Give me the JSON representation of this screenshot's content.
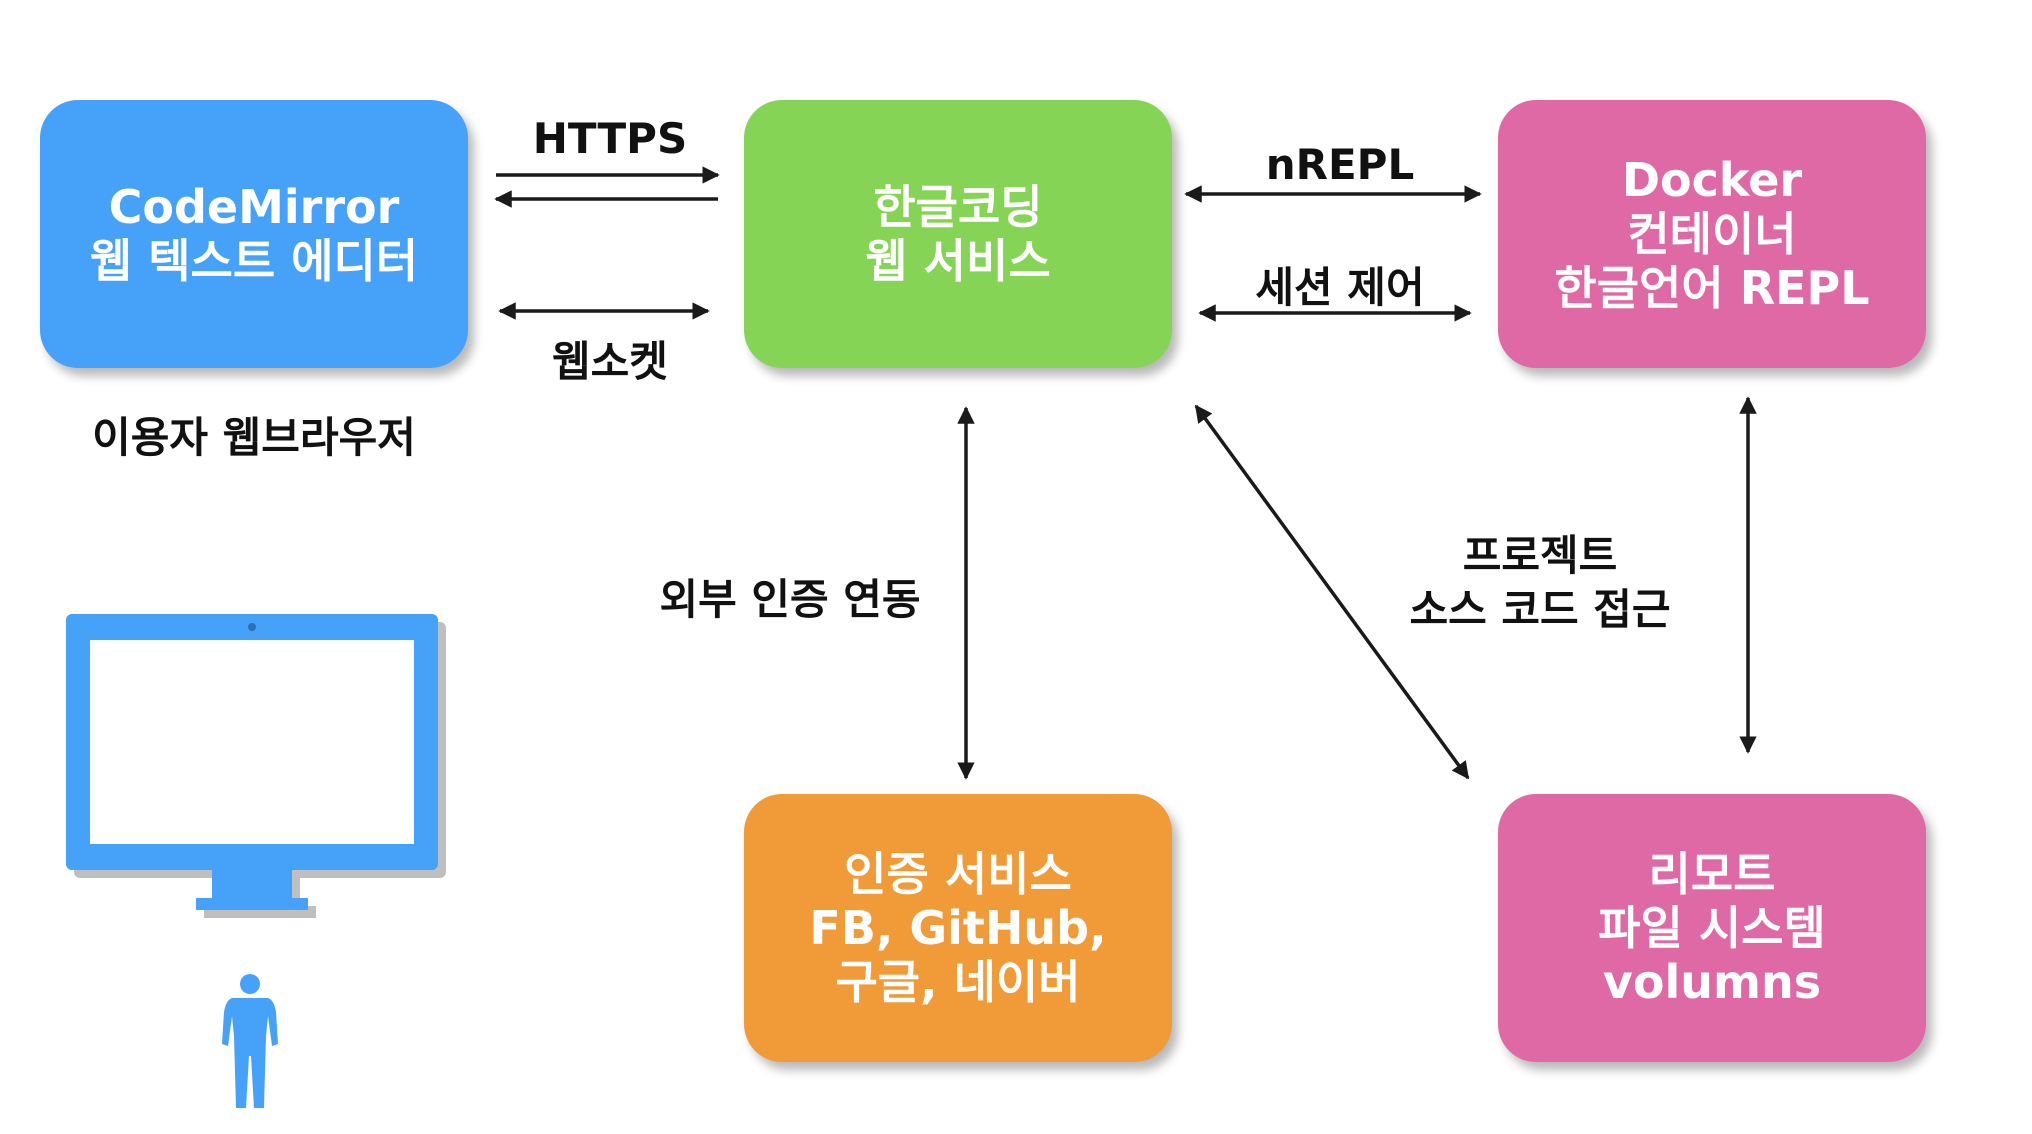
{
  "boxes": {
    "codemirror": {
      "line1": "CodeMirror",
      "line2": "웹 텍스트 에디터",
      "color": "#46a2f8"
    },
    "web_service": {
      "line1": "한글코딩",
      "line2": "웹 서비스",
      "color": "#85d456"
    },
    "docker": {
      "line1": "Docker",
      "line2": "컨테이너",
      "line3": "한글언어 REPL",
      "color": "#de69a5"
    },
    "auth": {
      "line1": "인증 서비스",
      "line2": "FB, GitHub,",
      "line3": "구글, 네이버",
      "color": "#f09a38"
    },
    "remote_fs": {
      "line1": "리모트",
      "line2": "파일 시스템",
      "line3": "volumns",
      "color": "#de69a5"
    }
  },
  "labels": {
    "https": "HTTPS",
    "websocket": "웹소켓",
    "nrepl": "nREPL",
    "session": "세션 제어",
    "user_browser": "이용자 웹브라우저",
    "external_auth": "외부 인증 연동",
    "project_access_1": "프로젝트",
    "project_access_2": "소스 코드 접근"
  },
  "icons": {
    "monitor": "monitor-icon",
    "person": "person-icon",
    "icon_color": "#46a2f8"
  }
}
